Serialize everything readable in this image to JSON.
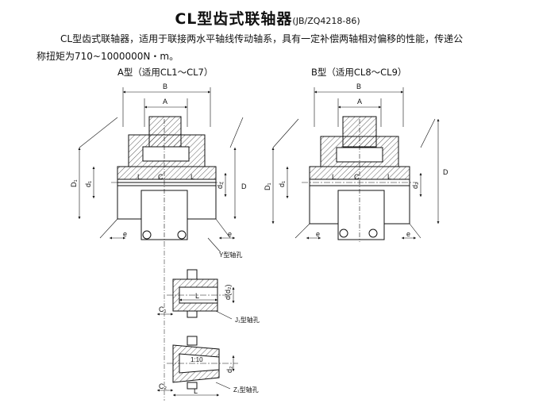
{
  "title": {
    "main": "CL型齿式联轴器",
    "standard": "(JB/ZQ4218-86)"
  },
  "description": {
    "line1": "CL型齿式联轴器，适用于联接两水平轴线传动轴系，具有一定补偿两轴相对偏移的性能，传递公",
    "line2": "称扭矩为710~1000000N・m。"
  },
  "views": {
    "type_a_caption": "A型（适用CL1～CL7）",
    "type_b_caption": "B型（适用CL8～CL9）"
  },
  "dimension_labels": {
    "B": "B",
    "A": "A",
    "D1": "D₁",
    "d1": "d₁",
    "d2": "d₂",
    "D": "D",
    "L": "L",
    "C": "C",
    "e": "e",
    "d_d2": "d(d₂)",
    "C1": "C₁",
    "C2": "C₂",
    "taper": "1:10"
  },
  "callouts": {
    "y_bore": "Y型轴孔",
    "j_bore": "J₁型轴孔",
    "z_bore": "Z₁型轴孔"
  }
}
